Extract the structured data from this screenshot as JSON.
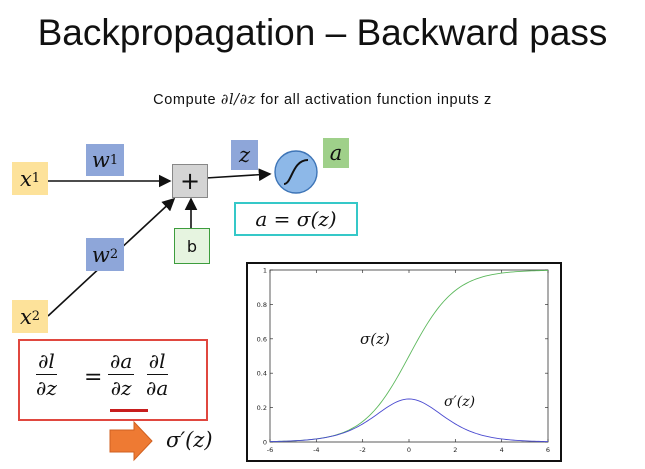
{
  "title": "Backpropagation – Backward pass",
  "subtitle_pre": "Compute ",
  "subtitle_math": "∂l/∂z",
  "subtitle_post": " for all activation function inputs z",
  "nodes": {
    "x1": {
      "base": "x",
      "sub": "1"
    },
    "x2": {
      "base": "x",
      "sub": "2"
    },
    "w1": {
      "base": "w",
      "sub": "1"
    },
    "w2": {
      "base": "w",
      "sub": "2"
    },
    "z": "z",
    "a": "a",
    "plus": "+",
    "bias": "b"
  },
  "activation_equation": "a = σ(z)",
  "derivative": {
    "lhs_num": "∂l",
    "lhs_den": "∂z",
    "equals": "=",
    "t1_num": "∂a",
    "t1_den": "∂z",
    "t2_num": "∂l",
    "t2_den": "∂a"
  },
  "arrow_result": "σ′(z)",
  "colors": {
    "x": "#fde29a",
    "w": "#8ea6d9",
    "a": "#9fd08a",
    "eq_border": "#35c8c8",
    "deriv_border": "#e0473f",
    "underline": "#c81e1e",
    "arrow": "#ee7a33"
  },
  "chart_data": {
    "type": "line",
    "xlim": [
      -6,
      6
    ],
    "ylim": [
      0,
      1
    ],
    "xticks": [
      -6,
      -4,
      -2,
      0,
      2,
      4,
      6
    ],
    "yticks": [
      0,
      0.2,
      0.4,
      0.6,
      0.8,
      1
    ],
    "ytick_labels": [
      "0",
      "0.2",
      "0.4",
      "0.6",
      "0.8",
      "1"
    ],
    "x": [
      -6,
      -5,
      -4,
      -3,
      -2,
      -1,
      0,
      1,
      2,
      3,
      4,
      5,
      6
    ],
    "series": [
      {
        "name": "σ(z)",
        "color": "#5cb85c",
        "values": [
          0.0025,
          0.0067,
          0.018,
          0.047,
          0.119,
          0.269,
          0.5,
          0.731,
          0.881,
          0.953,
          0.982,
          0.9933,
          0.9975
        ]
      },
      {
        "name": "σ′(z)",
        "color": "#4a4ad0",
        "values": [
          0.0025,
          0.0066,
          0.0177,
          0.0452,
          0.105,
          0.197,
          0.25,
          0.197,
          0.105,
          0.0452,
          0.0177,
          0.0066,
          0.0025
        ]
      }
    ]
  }
}
